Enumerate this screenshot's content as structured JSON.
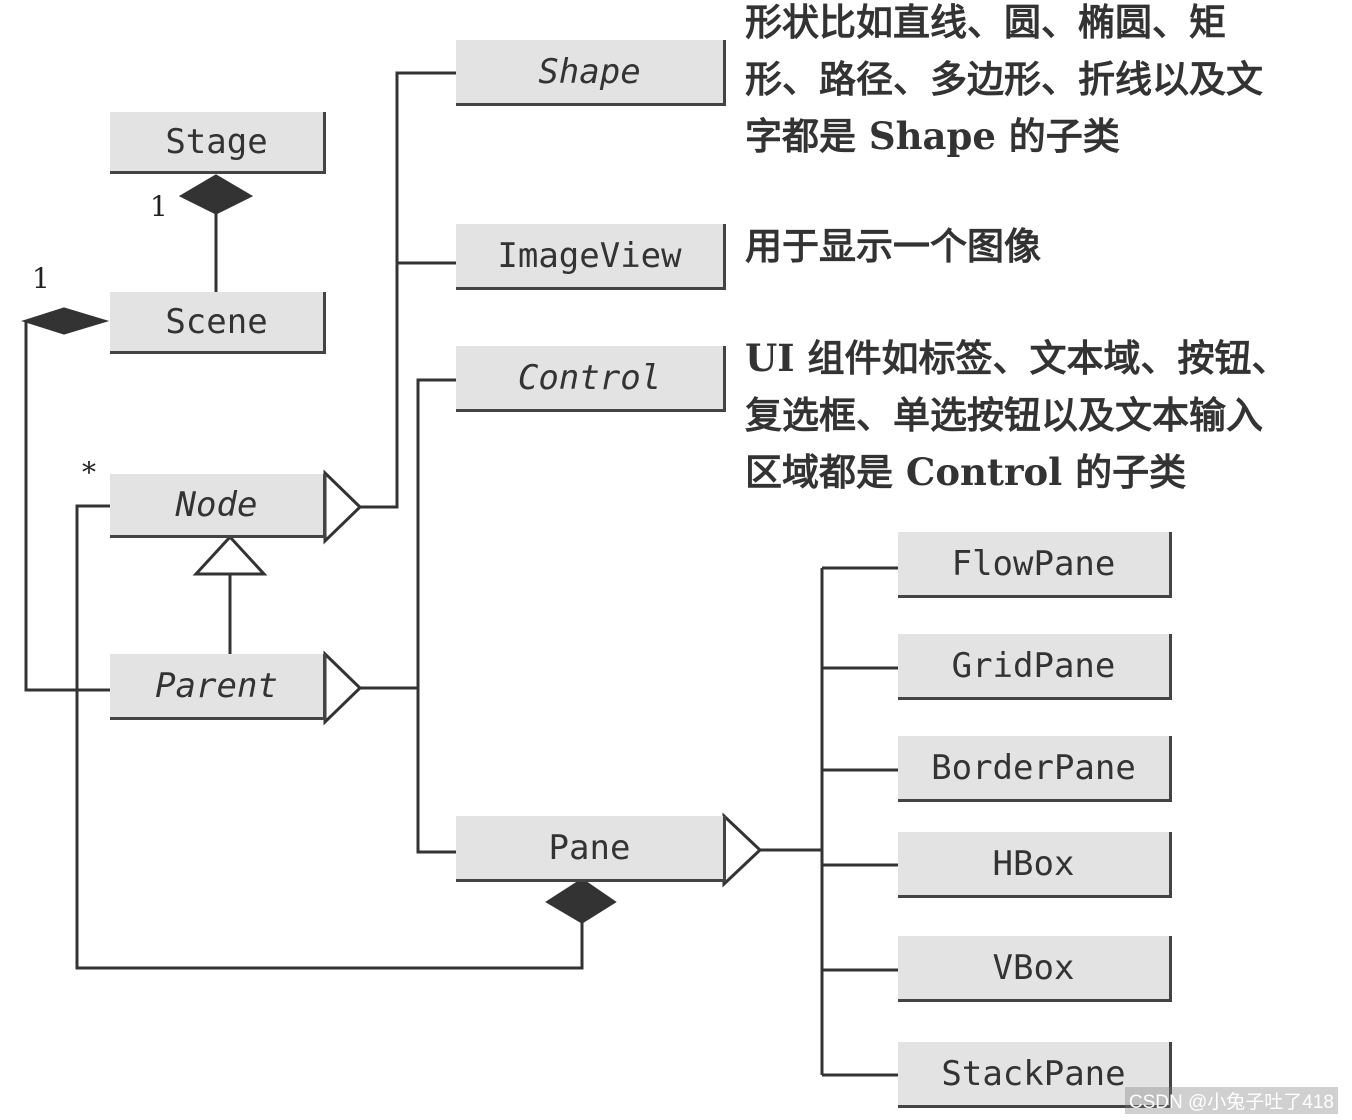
{
  "classes": {
    "stage": "Stage",
    "scene": "Scene",
    "node": "Node",
    "parent": "Parent",
    "shape": "Shape",
    "imageview": "ImageView",
    "control": "Control",
    "pane": "Pane",
    "flowpane": "FlowPane",
    "gridpane": "GridPane",
    "borderpane": "BorderPane",
    "hbox": "HBox",
    "vbox": "VBox",
    "stackpane": "StackPane"
  },
  "multiplicities": {
    "stage_scene": "1",
    "scene_node": "1",
    "node_star": "*"
  },
  "notes": {
    "shape": [
      "形状比如直线、圆、椭圆、矩",
      "形、路径、多边形、折线以及文",
      "字都是 Shape 的子类"
    ],
    "imageview": [
      "用于显示一个图像"
    ],
    "control": [
      "UI 组件如标签、文本域、按钮、",
      "复选框、单选按钮以及文本输入",
      "区域都是 Control 的子类"
    ]
  },
  "watermark": "CSDN @小兔子吐了418"
}
